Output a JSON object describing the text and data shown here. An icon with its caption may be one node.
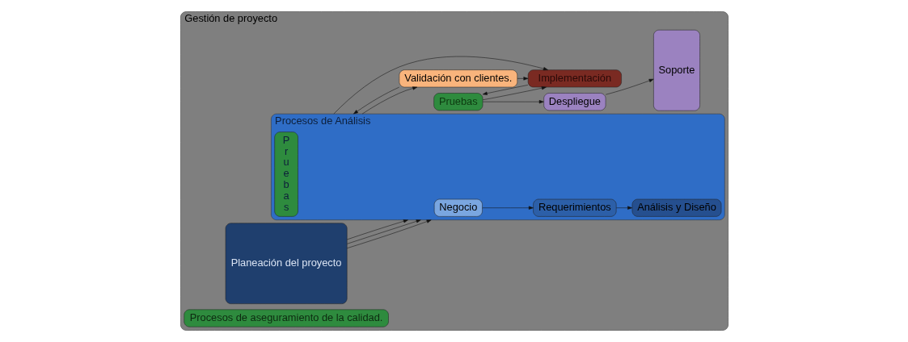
{
  "diagram": {
    "nodes": [
      {
        "text": [
          "Gestión de proyecto"
        ]
      },
      {
        "text": [
          "Planeación del proyecto"
        ],
        "in": 0
      },
      {
        "text": [
          "Procesos de Análisis"
        ],
        "in": 0
      },
      {
        "text": [
          "Negocio"
        ],
        "in": 2
      },
      {
        "text": [
          "Requerimientos"
        ],
        "in": 2
      },
      {
        "text": [
          "Análisis y Diseño"
        ],
        "in": 2
      },
      {
        "text": [
          "Pruebas"
        ],
        "in": 2
      },
      {
        "text": [
          "Validación con clientes."
        ],
        "in": 0
      },
      {
        "text": [
          "Pruebas"
        ],
        "in": 0
      },
      {
        "text": [
          "Despliegue"
        ],
        "in": 0
      },
      {
        "text": [
          "Soporte"
        ],
        "in": 0
      },
      {
        "text": [
          "Implementación"
        ],
        "in": 0
      },
      {
        "text": [
          "Procesos de aseguramiento de la calidad."
        ],
        "in": 0
      }
    ],
    "edges": [
      {
        "from": 1,
        "to": 2,
        "arrow": "to"
      },
      {
        "from": 1,
        "to": 2,
        "arrow": "to"
      },
      {
        "from": 1,
        "to": 2,
        "arrow": "to"
      },
      {
        "from": 3,
        "to": 4,
        "arrow": "to"
      },
      {
        "from": 4,
        "to": 5,
        "arrow": "to"
      },
      {
        "from": 2,
        "to": 7,
        "arrow": "to"
      },
      {
        "from": 7,
        "to": 2,
        "arrow": "to"
      },
      {
        "from": 2,
        "to": 11,
        "arrow": "to"
      },
      {
        "from": 7,
        "to": 11,
        "arrow": "to"
      },
      {
        "from": 11,
        "to": 8,
        "arrow": "to"
      },
      {
        "from": 8,
        "to": 11,
        "arrow": "to"
      },
      {
        "from": 8,
        "to": 9,
        "arrow": "to"
      },
      {
        "from": 9,
        "to": 10,
        "arrow": "to"
      }
    ]
  }
}
